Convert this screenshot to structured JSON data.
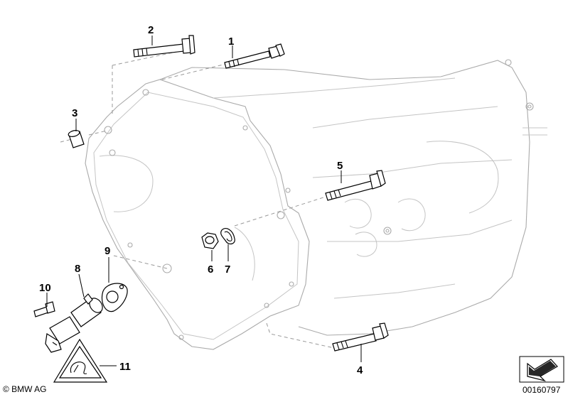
{
  "callouts": [
    {
      "id": "1",
      "label": "1"
    },
    {
      "id": "2",
      "label": "2"
    },
    {
      "id": "3",
      "label": "3"
    },
    {
      "id": "4",
      "label": "4"
    },
    {
      "id": "5",
      "label": "5"
    },
    {
      "id": "6",
      "label": "6"
    },
    {
      "id": "7",
      "label": "7"
    },
    {
      "id": "8",
      "label": "8"
    },
    {
      "id": "9",
      "label": "9"
    },
    {
      "id": "10",
      "label": "10"
    },
    {
      "id": "11",
      "label": "11"
    }
  ],
  "footer": {
    "copyright": "© BMW AG",
    "diagram_number": "00160797"
  }
}
